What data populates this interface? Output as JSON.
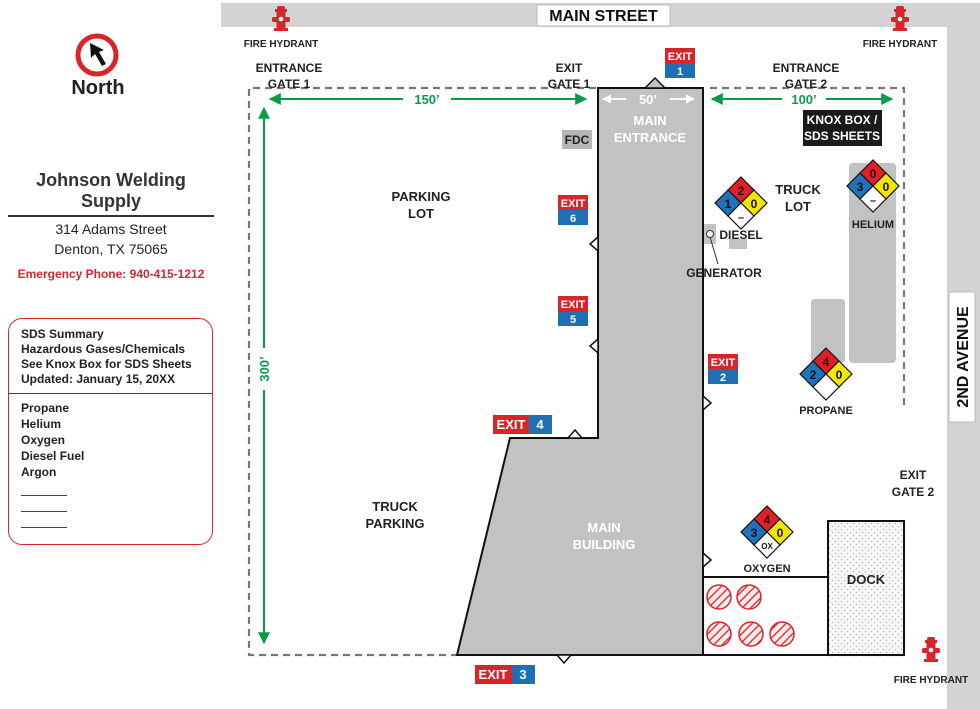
{
  "north": "North",
  "company": {
    "name": "Johnson Welding Supply",
    "address1": "314 Adams Street",
    "address2": "Denton, TX 75065",
    "emergency": "Emergency Phone: 940-415-1212"
  },
  "sds": {
    "header": [
      "SDS Summary",
      "Hazardous Gases/Chemicals",
      "See Knox Box for SDS Sheets",
      "Updated:  January 15, 20XX"
    ],
    "chemicals": [
      "Propane",
      "Helium",
      "Oxygen",
      "Diesel Fuel",
      "Argon"
    ]
  },
  "streets": {
    "main": "MAIN STREET",
    "avenue": "2ND AVENUE"
  },
  "hydrant_label": "FIRE HYDRANT",
  "gates": {
    "entrance1": [
      "ENTRANCE",
      "GATE 1"
    ],
    "exit1": [
      "EXIT",
      "GATE 1"
    ],
    "entrance2": [
      "ENTRANCE",
      "GATE 2"
    ],
    "exit2": [
      "EXIT",
      "GATE 2"
    ]
  },
  "dimensions": {
    "d150": "150’",
    "d50": "50’",
    "d100": "100’",
    "d300": "300’"
  },
  "areas": {
    "parking": [
      "PARKING",
      "LOT"
    ],
    "truck_parking": [
      "TRUCK",
      "PARKING"
    ],
    "truck_lot": [
      "TRUCK",
      "LOT"
    ],
    "main_entrance": [
      "MAIN",
      "ENTRANCE"
    ],
    "main_building": [
      "MAIN",
      "BUILDING"
    ],
    "dock": "DOCK",
    "fdc": "FDC",
    "generator": "GENERATOR",
    "knox": [
      "KNOX BOX /",
      "SDS SHEETS"
    ]
  },
  "exit_word": "EXIT",
  "exits": [
    "1",
    "2",
    "3",
    "4",
    "5",
    "6"
  ],
  "diamonds": {
    "diesel": {
      "label": "DIESEL",
      "health": "1",
      "fire": "2",
      "instability": "0",
      "special": "–"
    },
    "helium": {
      "label": "HELIUM",
      "health": "3",
      "fire": "0",
      "instability": "0",
      "special": "–"
    },
    "propane": {
      "label": "PROPANE",
      "health": "2",
      "fire": "4",
      "instability": "0",
      "special": ""
    },
    "oxygen": {
      "label": "OXYGEN",
      "health": "3",
      "fire": "4",
      "instability": "0",
      "special": "OX"
    }
  },
  "colors": {
    "building": "#c2c2c2",
    "dim_line": "#0a9a4a",
    "exit_red": "#d6262b",
    "exit_blue": "#1f6fb4",
    "nfpa_red": "#e31e24",
    "nfpa_blue": "#1e74bb",
    "nfpa_yellow": "#f2e500"
  }
}
